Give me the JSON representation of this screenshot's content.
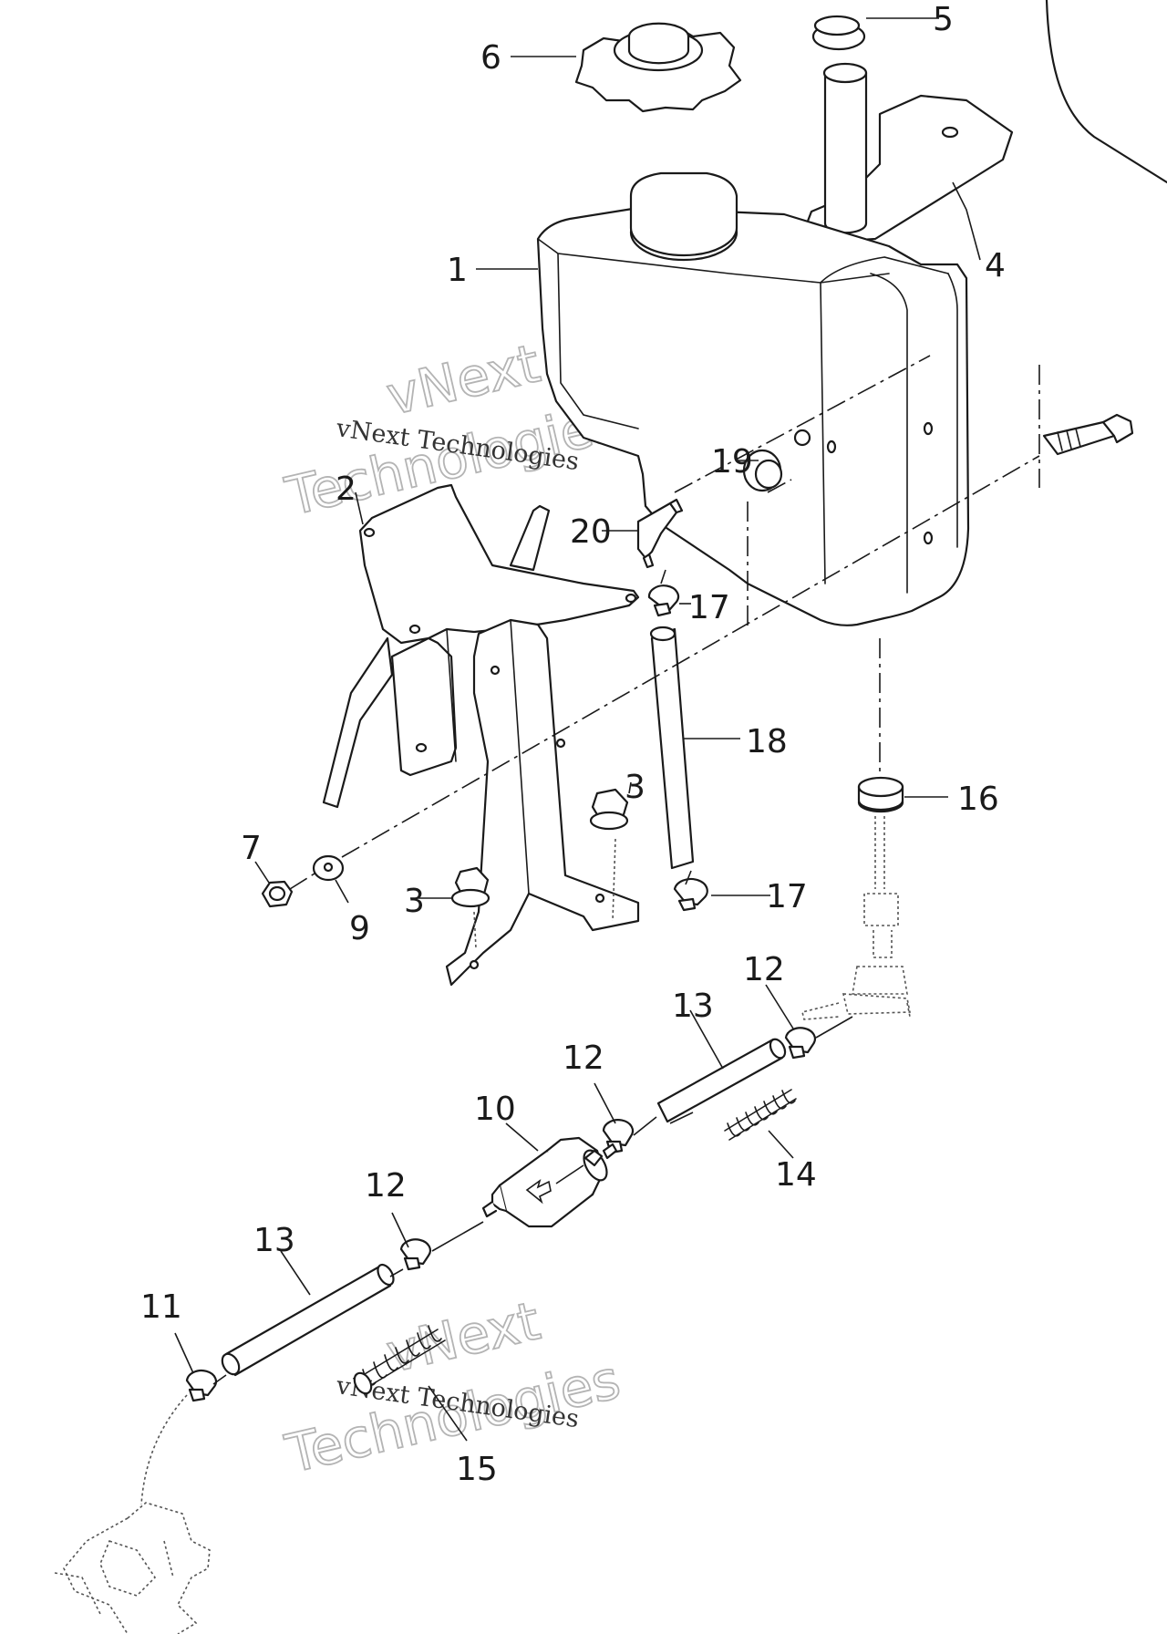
{
  "diagram": {
    "callouts": [
      {
        "id": "c1",
        "label": "1"
      },
      {
        "id": "c2",
        "label": "2"
      },
      {
        "id": "c3a",
        "label": "3"
      },
      {
        "id": "c3b",
        "label": "3"
      },
      {
        "id": "c4",
        "label": "4"
      },
      {
        "id": "c5",
        "label": "5"
      },
      {
        "id": "c6",
        "label": "6"
      },
      {
        "id": "c7",
        "label": "7"
      },
      {
        "id": "c9",
        "label": "9"
      },
      {
        "id": "c10",
        "label": "10"
      },
      {
        "id": "c11",
        "label": "11"
      },
      {
        "id": "c12a",
        "label": "12"
      },
      {
        "id": "c12b",
        "label": "12"
      },
      {
        "id": "c12c",
        "label": "12"
      },
      {
        "id": "c13a",
        "label": "13"
      },
      {
        "id": "c13b",
        "label": "13"
      },
      {
        "id": "c14",
        "label": "14"
      },
      {
        "id": "c15",
        "label": "15"
      },
      {
        "id": "c16",
        "label": "16"
      },
      {
        "id": "c17a",
        "label": "17"
      },
      {
        "id": "c17b",
        "label": "17"
      },
      {
        "id": "c18",
        "label": "18"
      },
      {
        "id": "c19",
        "label": "19"
      },
      {
        "id": "c20",
        "label": "20"
      }
    ],
    "watermarks": [
      {
        "small": "vNext Technologies",
        "line1": "vNext",
        "line2": "Technologies"
      },
      {
        "small": "vNext Technologies",
        "line1": "vNext",
        "line2": "Technologies"
      }
    ]
  }
}
